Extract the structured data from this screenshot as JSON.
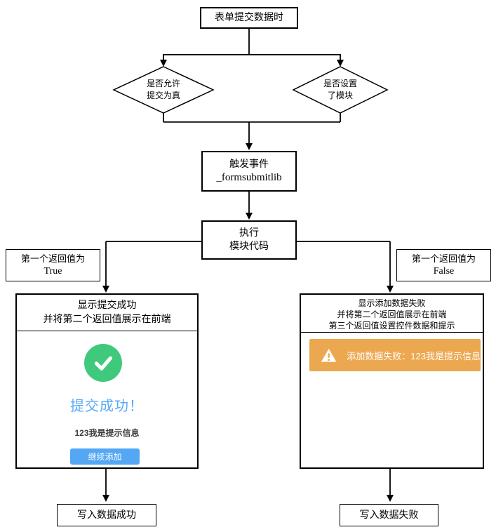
{
  "colors": {
    "line": "#000000",
    "success-green": "#3fc97c",
    "title-blue": "#58aaf7",
    "button-blue": "#54a7f4",
    "alert-orange": "#eca850",
    "message-gray": "#3c3c3c"
  },
  "flow": {
    "start": "表单提交数据时",
    "decision_allow": {
      "line1": "是否允许",
      "line2": "提交为真"
    },
    "decision_module": {
      "line1": "是否设置",
      "line2": "了模块"
    },
    "trigger": {
      "line1": "触发事件",
      "line2": "_formsubmitlib"
    },
    "execute": {
      "line1": "执行",
      "line2": "模块代码"
    },
    "branch_true": {
      "line1": "第一个返回值为",
      "line2": "True"
    },
    "branch_false": {
      "line1": "第一个返回值为",
      "line2": "False"
    },
    "end_success": "写入数据成功",
    "end_failure": "写入数据失败"
  },
  "success_panel": {
    "header_line1": "显示提交成功",
    "header_line2": "并将第二个返回值展示在前端",
    "title": "提交成功！",
    "message": "123我是提示信息",
    "button_label": "继续添加"
  },
  "failure_panel": {
    "header_line1": "显示添加数据失败",
    "header_line2": "并将第二个返回值展示在前端",
    "header_line3": "第三个返回值设置控件数据和提示",
    "alert_text": "添加数据失败：123我是提示信息"
  }
}
